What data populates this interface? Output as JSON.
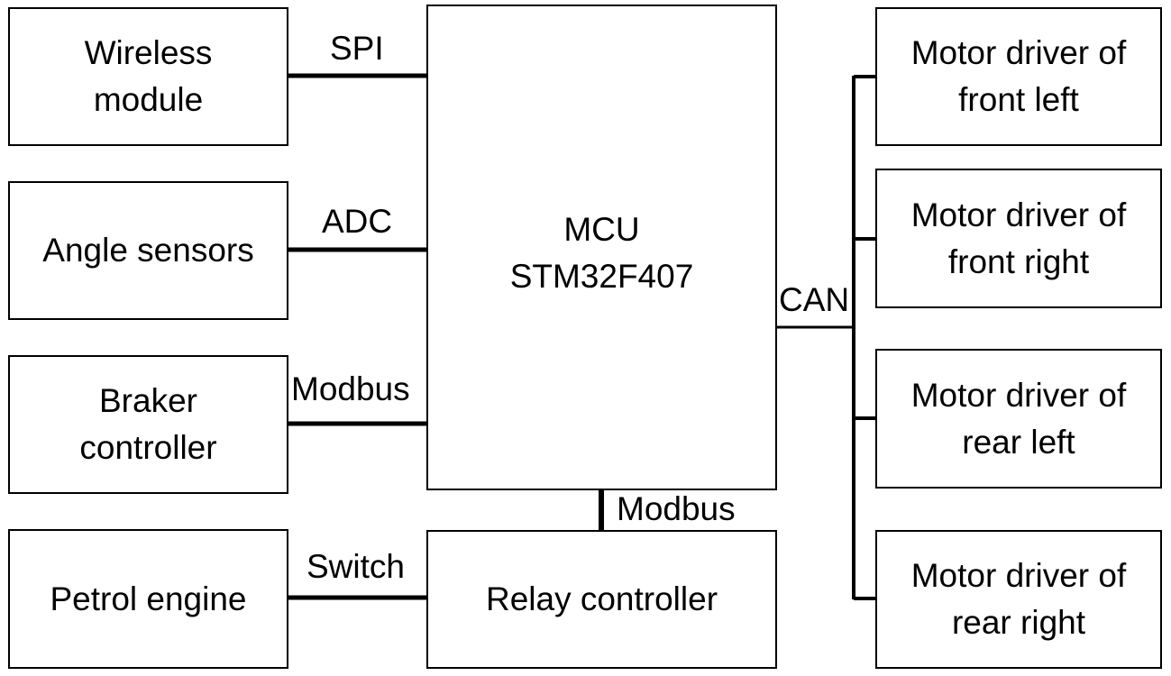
{
  "blocks": {
    "wireless": {
      "line1": "Wireless",
      "line2": "module"
    },
    "angle": {
      "line1": "Angle sensors"
    },
    "braker": {
      "line1": "Braker",
      "line2": "controller"
    },
    "petrol": {
      "line1": "Petrol engine"
    },
    "mcu": {
      "line1": "MCU",
      "line2": "STM32F407"
    },
    "relay": {
      "line1": "Relay controller"
    },
    "motor_fl": {
      "line1": "Motor driver of",
      "line2": "front left"
    },
    "motor_fr": {
      "line1": "Motor driver of",
      "line2": "front right"
    },
    "motor_rl": {
      "line1": "Motor driver of",
      "line2": "rear left"
    },
    "motor_rr": {
      "line1": "Motor driver of",
      "line2": "rear right"
    }
  },
  "links": {
    "spi": "SPI",
    "adc": "ADC",
    "modbus_braker": "Modbus",
    "modbus_relay": "Modbus",
    "switch": "Switch",
    "can": "CAN"
  },
  "colors": {
    "line": "#000000",
    "box_border": "#000000",
    "background": "#ffffff"
  }
}
